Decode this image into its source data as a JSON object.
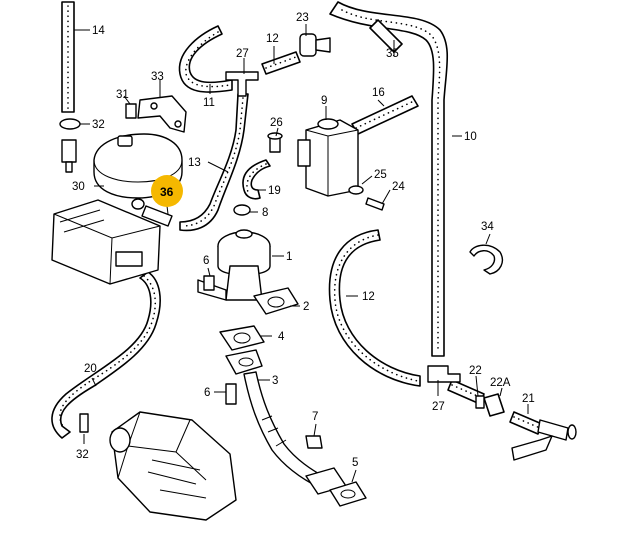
{
  "diagram": {
    "highlight_part": "36",
    "highlight_color": "#f5b800",
    "labels": {
      "p1": "1",
      "p2": "2",
      "p3": "3",
      "p4": "4",
      "p5": "5",
      "p6a": "6",
      "p6b": "6",
      "p7": "7",
      "p8": "8",
      "p9": "9",
      "p10": "10",
      "p11": "11",
      "p12a": "12",
      "p12b": "12",
      "p13": "13",
      "p14": "14",
      "p16": "16",
      "p19": "19",
      "p20": "20",
      "p21": "21",
      "p22": "22",
      "p22A": "22A",
      "p23": "23",
      "p24": "24",
      "p25": "25",
      "p26": "26",
      "p27a": "27",
      "p27b": "27",
      "p30": "30",
      "p31": "31",
      "p32a": "32",
      "p32b": "32",
      "p33": "33",
      "p34": "34",
      "p35": "35",
      "p36": "36"
    }
  }
}
